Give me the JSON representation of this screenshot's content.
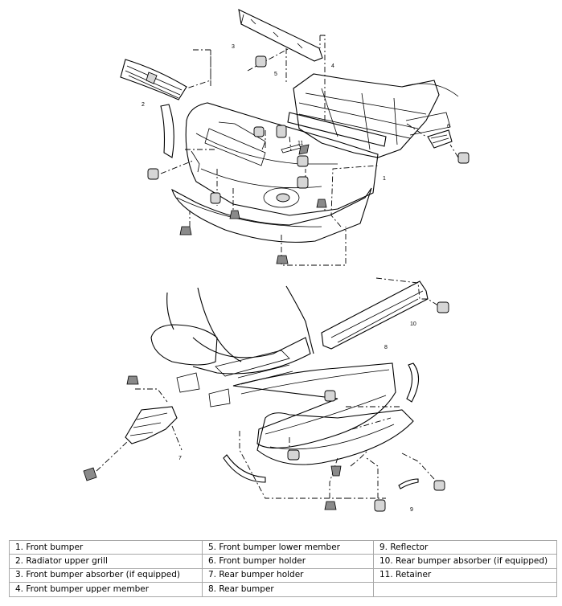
{
  "callouts": [
    "1",
    "2",
    "3",
    "4",
    "5",
    "6",
    "7",
    "8",
    "9",
    "10",
    "11"
  ],
  "legend": [
    [
      "1. Front bumper",
      "5. Front bumper lower member",
      "9. Reflector"
    ],
    [
      "2. Radiator upper grill",
      "6. Front bumper holder",
      "10. Rear bumper absorber (if equipped)"
    ],
    [
      "3. Front bumper absorber (if equipped)",
      "7. Rear bumper holder",
      "11. Retainer"
    ],
    [
      "4. Front bumper upper member",
      "8. Rear bumper",
      ""
    ]
  ]
}
